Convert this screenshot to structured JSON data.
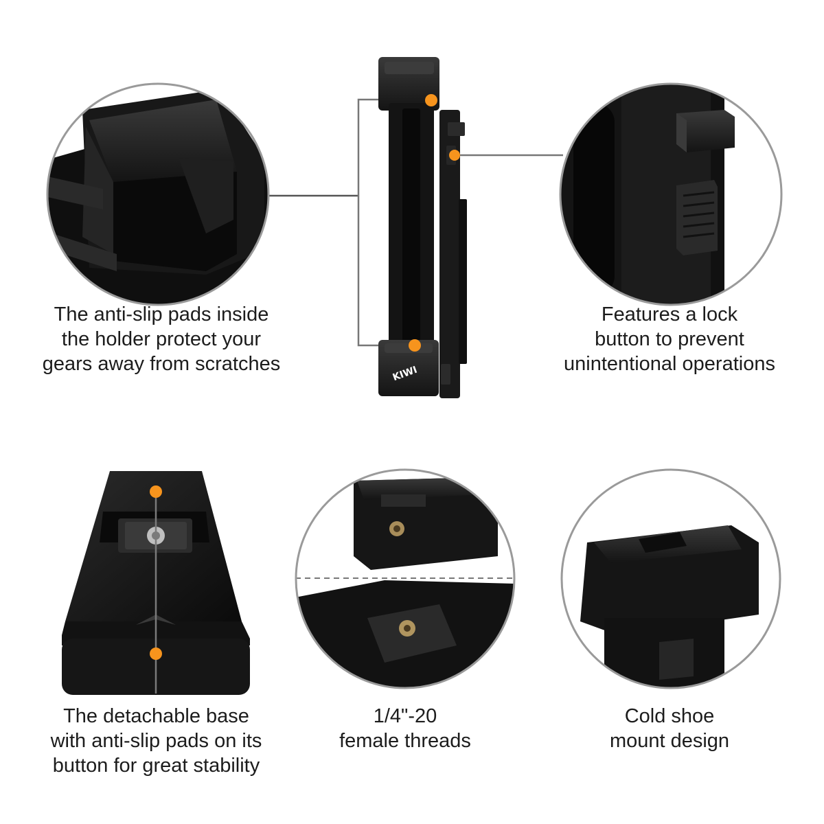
{
  "brand": {
    "logo_text": "KIWI",
    "accent_color": "#F7941D",
    "product_color": "#111111"
  },
  "captions": {
    "anti_slip": [
      "The anti-slip pads inside",
      "the holder protect your",
      "gears away from scratches"
    ],
    "lock_button": [
      "Features a lock",
      "button to prevent",
      "unintentional operations"
    ],
    "detachable_base": [
      "The detachable base",
      "with anti-slip pads on its",
      "button for great stability"
    ],
    "threads": [
      "1/4\"-20",
      "female threads"
    ],
    "cold_shoe": [
      "Cold shoe",
      "mount design"
    ]
  },
  "icons": [
    "anti-slip-pad-closeup",
    "lock-button-closeup",
    "phone-holder-product",
    "detachable-base-closeup",
    "female-thread-closeup",
    "cold-shoe-closeup"
  ]
}
